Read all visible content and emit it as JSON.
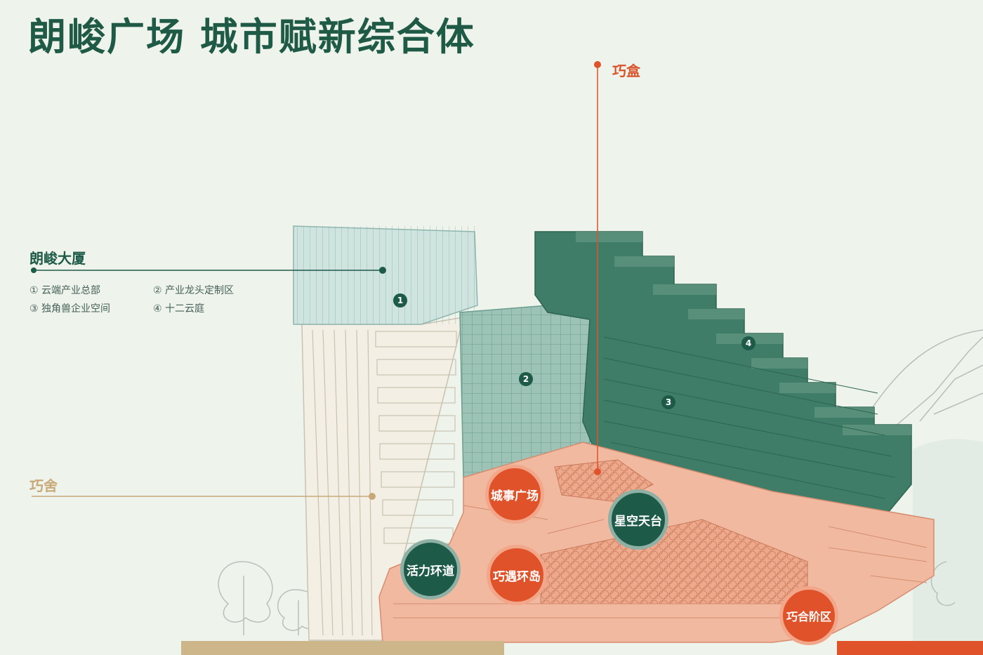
{
  "title": "朗峻广场 城市赋新综合体",
  "labels": {
    "qiaohe": "巧盒",
    "langjun_tower": "朗峻大厦",
    "qiaoshe": "巧舍"
  },
  "tower_items": [
    "① 云端产业总部",
    "② 产业龙头定制区",
    "③ 独角兽企业空间",
    "④ 十二云庭"
  ],
  "markers": [
    "1",
    "2",
    "3",
    "4"
  ],
  "zones": {
    "chengshi": "城事广场",
    "xingkong": "星空天台",
    "huoli": "活力环道",
    "qiaoyu": "巧遇环岛",
    "qiaohe_jie": "巧合阶区"
  },
  "colors": {
    "green_dark": "#1d5a48",
    "green_mid": "#3f7d68",
    "green_light": "#b9d5cf",
    "orange": "#e0532a",
    "salmon": "#f0b9a0",
    "tan": "#c9a877",
    "cream": "#f4efe4"
  }
}
